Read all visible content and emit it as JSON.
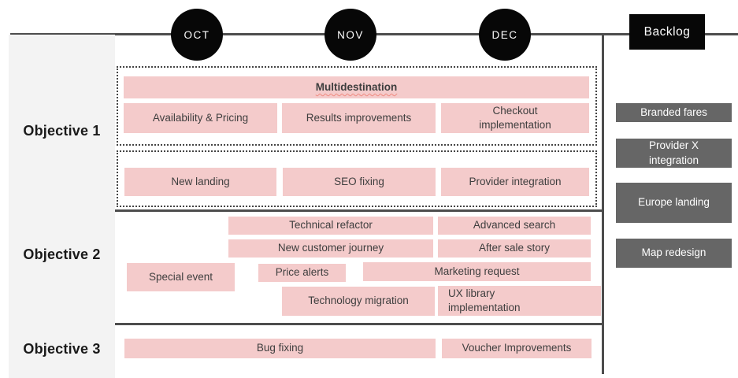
{
  "timeline": {
    "months": [
      "OCT",
      "NOV",
      "DEC"
    ],
    "backlog_title": "Backlog"
  },
  "objective1": {
    "label": "Objective 1",
    "highlight": "Multidestination",
    "sprint1": [
      "Availability & Pricing",
      "Results improvements",
      "Checkout implementation"
    ],
    "sprint2": [
      "New landing",
      "SEO fixing",
      "Provider integration"
    ]
  },
  "objective2": {
    "label": "Objective 2",
    "tasks": [
      "Technical refactor",
      "Advanced search",
      "New customer journey",
      "After sale story",
      "Special event",
      "Price alerts",
      "Marketing request",
      "Technology migration",
      "UX library implementation"
    ]
  },
  "objective3": {
    "label": "Objective 3",
    "tasks": [
      "Bug fixing",
      "Voucher Improvements"
    ]
  },
  "backlog": {
    "items": [
      "Branded fares",
      "Provider X integration",
      "Europe landing",
      "Map redesign"
    ]
  },
  "colors": {
    "task_pink": "#f4cbcb",
    "backlog_gray": "#666666",
    "badge_black": "#070707",
    "line_gray": "#4d4d4d",
    "panel_gray": "#f3f3f3",
    "squiggle_red": "#ef8a80"
  }
}
